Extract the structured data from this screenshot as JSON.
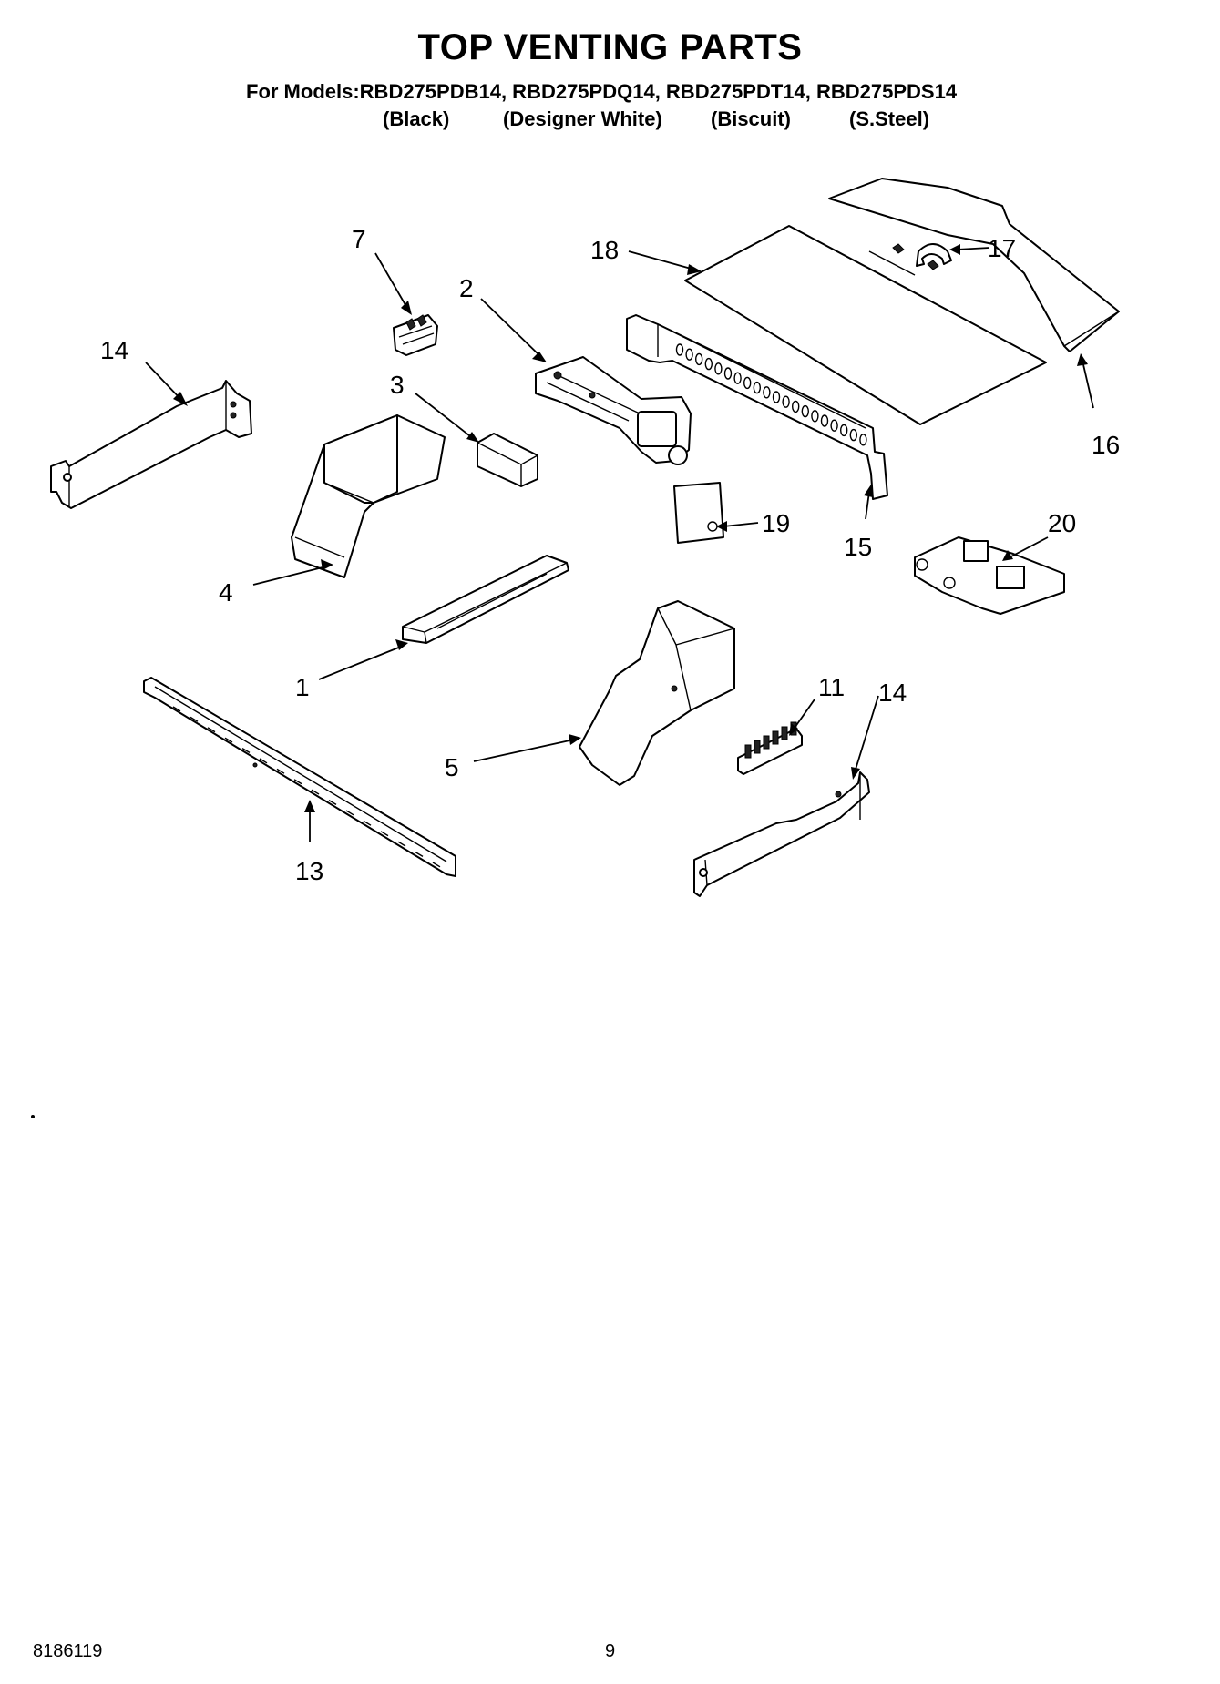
{
  "header": {
    "title": "TOP VENTING PARTS",
    "models_line": "For Models:RBD275PDB14, RBD275PDQ14, RBD275PDT14, RBD275PDS14",
    "finishes": [
      "(Black)",
      "(Designer White)",
      "(Biscuit)",
      "(S.Steel)"
    ]
  },
  "callouts": {
    "c1": "1",
    "c2": "2",
    "c3": "3",
    "c4": "4",
    "c5": "5",
    "c7": "7",
    "c11": "11",
    "c13": "13",
    "c14a": "14",
    "c14b": "14",
    "c15": "15",
    "c16": "16",
    "c17": "17",
    "c18": "18",
    "c19": "19",
    "c20": "20"
  },
  "footer": {
    "doc_number": "8186119",
    "page_number": "9"
  }
}
